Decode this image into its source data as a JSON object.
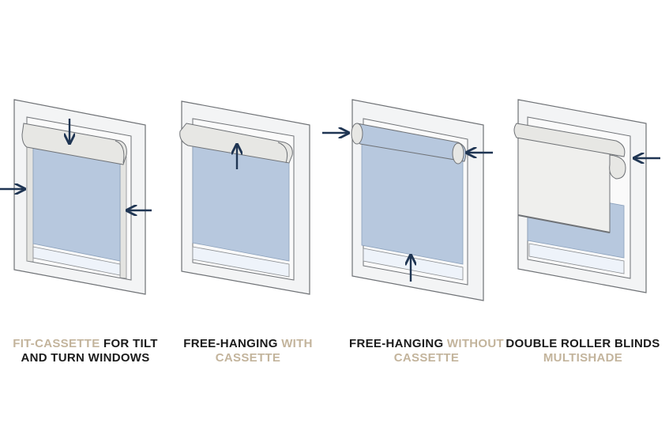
{
  "colors": {
    "frame": "#f3f4f5",
    "frame_stroke": "#6f7276",
    "blind": "#b7c8de",
    "glass": "#eef3fa",
    "cassette": "#e7e7e4",
    "arrow": "#1f3553",
    "text_dark": "#1a1a1a",
    "text_gold": "#c3b49c"
  },
  "products": [
    {
      "id": "fit-cassette",
      "caption": {
        "accent": "FIT-CASSETTE",
        "rest": " FOR",
        "line2": "TILT AND TURN",
        "line3": "WINDOWS"
      },
      "arrows": [
        "down",
        "right",
        "left"
      ]
    },
    {
      "id": "free-hanging-cassette",
      "caption": {
        "line1": "FREE-HANGING",
        "accent2": "WITH CASSETTE"
      },
      "arrows": [
        "up"
      ]
    },
    {
      "id": "free-hanging-no-cassette",
      "caption": {
        "line1": "FREE-HANGING",
        "accent2": "WITHOUT CASSETTE"
      },
      "arrows": [
        "right",
        "left",
        "up"
      ]
    },
    {
      "id": "double-roller",
      "caption": {
        "line1": "DOUBLE ROLLER",
        "line2": "BLINDS",
        "accent3": "MULTISHADE"
      },
      "arrows": [
        "left"
      ]
    }
  ]
}
